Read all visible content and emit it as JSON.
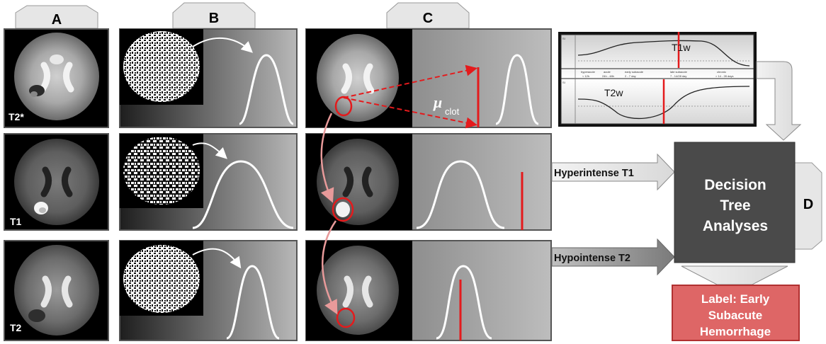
{
  "columns": {
    "a": "A",
    "b": "B",
    "c": "C",
    "d": "D"
  },
  "rows": {
    "t2star": "T2*",
    "t1": "T1",
    "t2": "T2"
  },
  "clot_symbol": "μ",
  "clot_subscript": "clot",
  "arrows": {
    "hyper": "Hyperintense T1",
    "hypo": "Hypointense T2"
  },
  "decision": {
    "line1": "Decision",
    "line2": "Tree",
    "line3": "Analyses"
  },
  "label_box": {
    "line1": "Label: Early",
    "line2": "Subacute",
    "line3": "Hemorrhage"
  },
  "chart_t1": {
    "title": "T1w",
    "si": "SI",
    "header": [
      "hyperacute",
      "acute",
      "early subacute",
      "late subacute",
      "chronic"
    ],
    "times": [
      "< 12h",
      "24h - 48h",
      "2 - 7 day",
      "7 - 14/28 day",
      "> 14 - 28 days"
    ]
  },
  "chart_t2": {
    "title": "T2w",
    "si": "SI"
  },
  "colors": {
    "red": "#e41a1c",
    "pink": "#e89a9a",
    "label_fill": "#de6666",
    "box_dark": "#4a4a4a"
  }
}
